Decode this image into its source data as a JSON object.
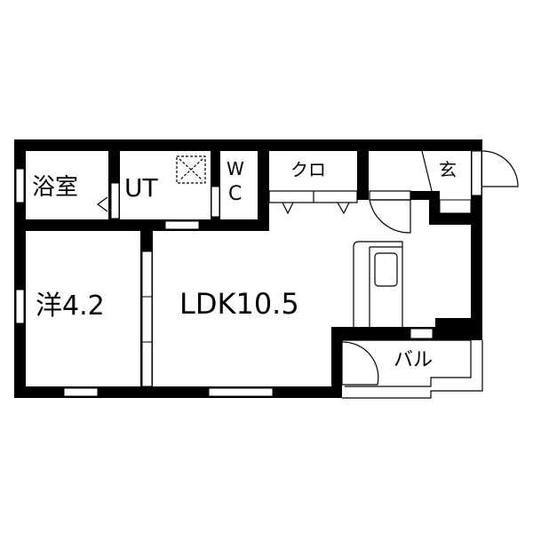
{
  "rooms": {
    "bath": "浴室",
    "utility": "UT",
    "wc_w": "W",
    "wc_c": "C",
    "closet": "クロ",
    "entrance": "玄",
    "western_room": "洋4.2",
    "ldk": "LDK10.5",
    "balcony": "バル"
  },
  "colors": {
    "wall": "#000000",
    "background": "#ffffff"
  }
}
